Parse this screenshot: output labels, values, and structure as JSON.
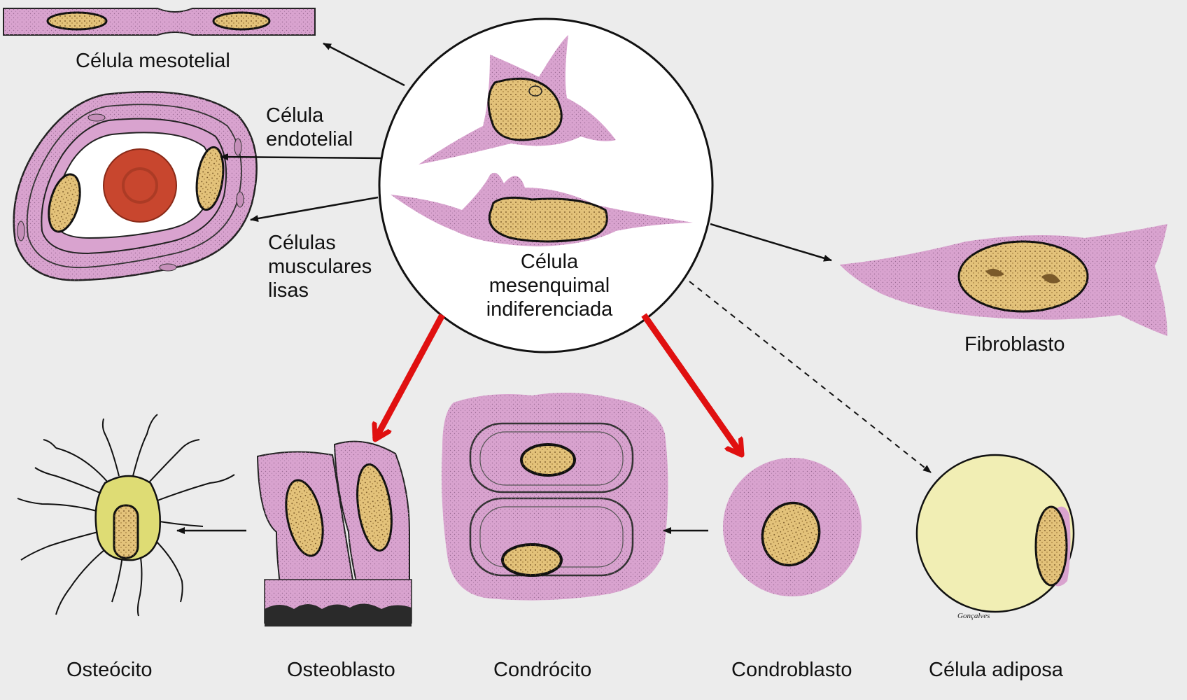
{
  "labels": {
    "mesothelial": "Célula mesotelial",
    "endothelial": [
      "Célula",
      "endotelial"
    ],
    "smooth_muscle": [
      "Células",
      "musculares",
      "lisas"
    ],
    "mesenchymal": [
      "Célula",
      "mesenquimal",
      "indiferenciada"
    ],
    "fibroblast": "Fibroblasto",
    "osteocyte": "Osteócito",
    "osteoblast": "Osteoblasto",
    "chondrocyte": "Condrócito",
    "chondroblast": "Condroblasto",
    "adipocyte": "Célula adiposa"
  },
  "signature": "Gonçalves",
  "colors": {
    "background": "#ececec",
    "cytoplasm": "#d9a3cf",
    "nucleus": "#e3c27a",
    "erythrocyte": "#c8462e",
    "adipose": "#f1eeb4",
    "osteocyte": "#dedc74",
    "highlight_arrow": "#e01010"
  }
}
